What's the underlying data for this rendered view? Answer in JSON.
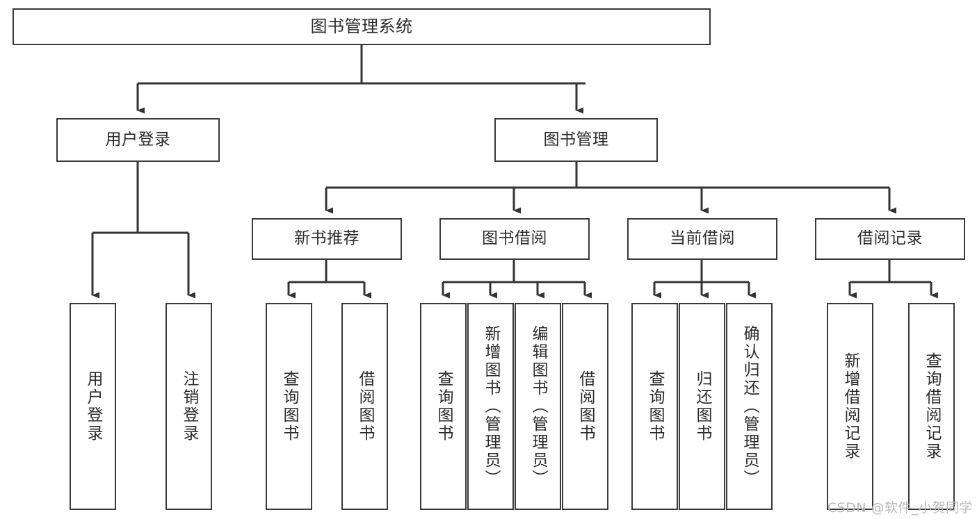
{
  "diagram": {
    "title": "图书管理系统",
    "type": "tree-hierarchy",
    "watermark": "CSDN @软件_小贺同学",
    "colors": {
      "border": "#3a3a3a",
      "background": "#ffffff",
      "text": "#2b2b2b",
      "edge": "#333333",
      "watermark": "#b9b9b9"
    },
    "levels": {
      "root": "图书管理系统",
      "level2": [
        "用户登录",
        "图书管理"
      ],
      "level3": [
        "新书推荐",
        "图书借阅",
        "当前借阅",
        "借阅记录"
      ]
    },
    "nodes": {
      "root": {
        "label": "图书管理系统"
      },
      "user_login": {
        "label": "用户登录"
      },
      "book_manage": {
        "label": "图书管理"
      },
      "new_book_rec": {
        "label": "新书推荐"
      },
      "book_borrow": {
        "label": "图书借阅"
      },
      "current_borrow": {
        "label": "当前借阅"
      },
      "borrow_record": {
        "label": "借阅记录"
      },
      "leaf_user_login": {
        "label": "用户登录"
      },
      "leaf_logout": {
        "label": "注销登录"
      },
      "leaf_query_book_1": {
        "label": "查询图书"
      },
      "leaf_borrow_book_1": {
        "label": "借阅图书"
      },
      "leaf_query_book_2": {
        "label": "查询图书"
      },
      "leaf_add_book": {
        "label": "新增图书（管理员）"
      },
      "leaf_edit_book": {
        "label": "编辑图书（管理员）"
      },
      "leaf_borrow_book_2": {
        "label": "借阅图书"
      },
      "leaf_query_book_3": {
        "label": "查询图书"
      },
      "leaf_return_book": {
        "label": "归还图书"
      },
      "leaf_confirm_return": {
        "label": "确认归还（管理员）"
      },
      "leaf_add_record": {
        "label": "新增借阅记录"
      },
      "leaf_query_record": {
        "label": "查询借阅记录"
      }
    },
    "edges": [
      {
        "from": "root",
        "to": "user_login"
      },
      {
        "from": "root",
        "to": "book_manage"
      },
      {
        "from": "book_manage",
        "to": "new_book_rec"
      },
      {
        "from": "book_manage",
        "to": "book_borrow"
      },
      {
        "from": "book_manage",
        "to": "current_borrow"
      },
      {
        "from": "book_manage",
        "to": "borrow_record"
      },
      {
        "from": "user_login",
        "to": "leaf_user_login"
      },
      {
        "from": "user_login",
        "to": "leaf_logout"
      },
      {
        "from": "new_book_rec",
        "to": "leaf_query_book_1"
      },
      {
        "from": "new_book_rec",
        "to": "leaf_borrow_book_1"
      },
      {
        "from": "book_borrow",
        "to": "leaf_query_book_2"
      },
      {
        "from": "book_borrow",
        "to": "leaf_add_book"
      },
      {
        "from": "book_borrow",
        "to": "leaf_edit_book"
      },
      {
        "from": "book_borrow",
        "to": "leaf_borrow_book_2"
      },
      {
        "from": "current_borrow",
        "to": "leaf_query_book_3"
      },
      {
        "from": "current_borrow",
        "to": "leaf_return_book"
      },
      {
        "from": "current_borrow",
        "to": "leaf_confirm_return"
      },
      {
        "from": "borrow_record",
        "to": "leaf_add_record"
      },
      {
        "from": "borrow_record",
        "to": "leaf_query_record"
      }
    ]
  }
}
